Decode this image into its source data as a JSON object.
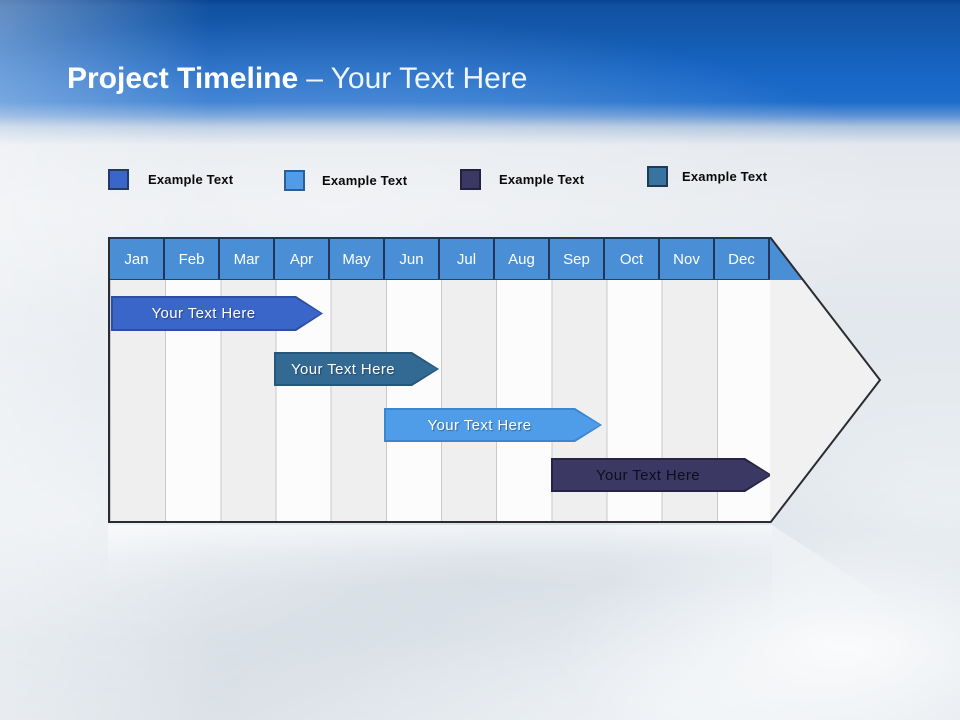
{
  "header": {
    "title_bold": "Project Timeline",
    "title_suffix": "– Your Text Here"
  },
  "legend": {
    "items": [
      {
        "label": "Example Text",
        "color": "#3A66C9",
        "border_color": "#23386B"
      },
      {
        "label": "Example Text",
        "color": "#4F9CE8",
        "border_color": "#2D5F93"
      },
      {
        "label": "Example Text",
        "color": "#3B3963",
        "border_color": "#23213F"
      },
      {
        "label": "Example Text",
        "color": "#38749F",
        "border_color": "#1F3A54"
      }
    ]
  },
  "timeline": {
    "months": [
      "Jan",
      "Feb",
      "Mar",
      "Apr",
      "May",
      "Jun",
      "Jul",
      "Aug",
      "Sep",
      "Oct",
      "Nov",
      "Dec"
    ],
    "bars": [
      {
        "label": "Your Text Here",
        "fill_color": "#3A66C9",
        "border_color": "#2C4FA3",
        "text_color": "white"
      },
      {
        "label": "Your Text Here",
        "fill_color": "#336A94",
        "border_color": "#27567B",
        "text_color": "white"
      },
      {
        "label": "Your Text Here",
        "fill_color": "#4F9CE8",
        "border_color": "#3C86CF",
        "text_color": "white"
      },
      {
        "label": "Your Text Here",
        "fill_color": "#3B3963",
        "border_color": "#262347",
        "text_color": "dark"
      }
    ]
  },
  "colors": {
    "month_header_blue": "#4A8FD6",
    "arrow_body_fill": "#F1F1F2",
    "outline_dark": "#2B2B33",
    "header_gradient_top": "#0A4496",
    "header_gradient_bottom": "#1C6CCB"
  },
  "chart_data": {
    "type": "bar",
    "subtype": "gantt-timeline-arrow",
    "title": "Project Timeline – Your Text Here",
    "categories": [
      "Jan",
      "Feb",
      "Mar",
      "Apr",
      "May",
      "Jun",
      "Jul",
      "Aug",
      "Sep",
      "Oct",
      "Nov",
      "Dec"
    ],
    "series": [
      {
        "name": "Your Text Here",
        "color": "#3A66C9",
        "start_month": "Jan",
        "end_month": "Apr",
        "start_index": 0.0,
        "end_index": 3.9,
        "row": 1
      },
      {
        "name": "Your Text Here",
        "color": "#336A94",
        "start_month": "Apr",
        "end_month": "Jun",
        "start_index": 3.0,
        "end_index": 6.0,
        "row": 2
      },
      {
        "name": "Your Text Here",
        "color": "#4F9CE8",
        "start_month": "Jun",
        "end_month": "Sep",
        "start_index": 5.0,
        "end_index": 8.9,
        "row": 3
      },
      {
        "name": "Your Text Here",
        "color": "#3B3963",
        "start_month": "Sep",
        "end_month": "Dec",
        "start_index": 8.0,
        "end_index": 12.0,
        "row": 4
      }
    ],
    "xlabel": "",
    "ylabel": "",
    "x_range": [
      "Jan",
      "Dec"
    ],
    "grid": "vertical-month-stripes",
    "legend_position": "top",
    "legend_labels": [
      "Example Text",
      "Example Text",
      "Example Text",
      "Example Text"
    ]
  }
}
